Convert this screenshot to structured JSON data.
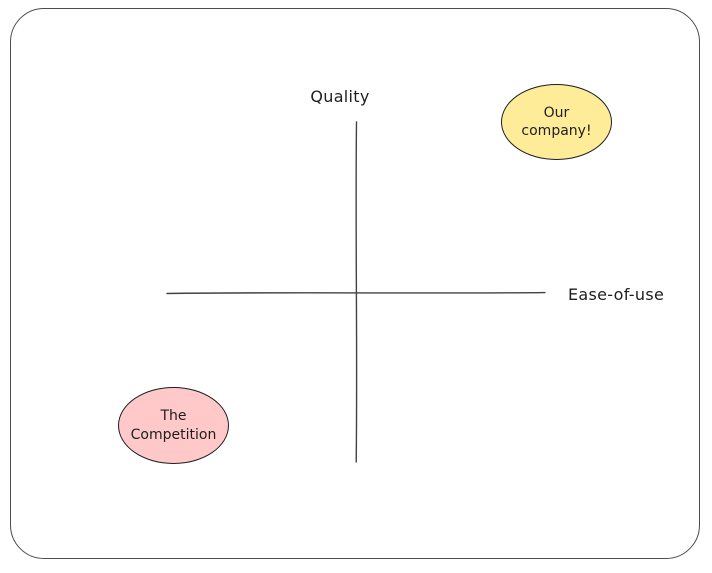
{
  "diagram": {
    "vertical_axis_label": "Quality",
    "horizontal_axis_label": "Ease-of-use",
    "nodes": [
      {
        "id": "our-company",
        "label": "Our\ncompany!",
        "fill": "#ffec99"
      },
      {
        "id": "the-competition",
        "label": "The\nCompetition",
        "fill": "#ffc9c9"
      }
    ],
    "colors": {
      "stroke": "#1e1e1e",
      "canvas_background": "#ffffff"
    }
  }
}
